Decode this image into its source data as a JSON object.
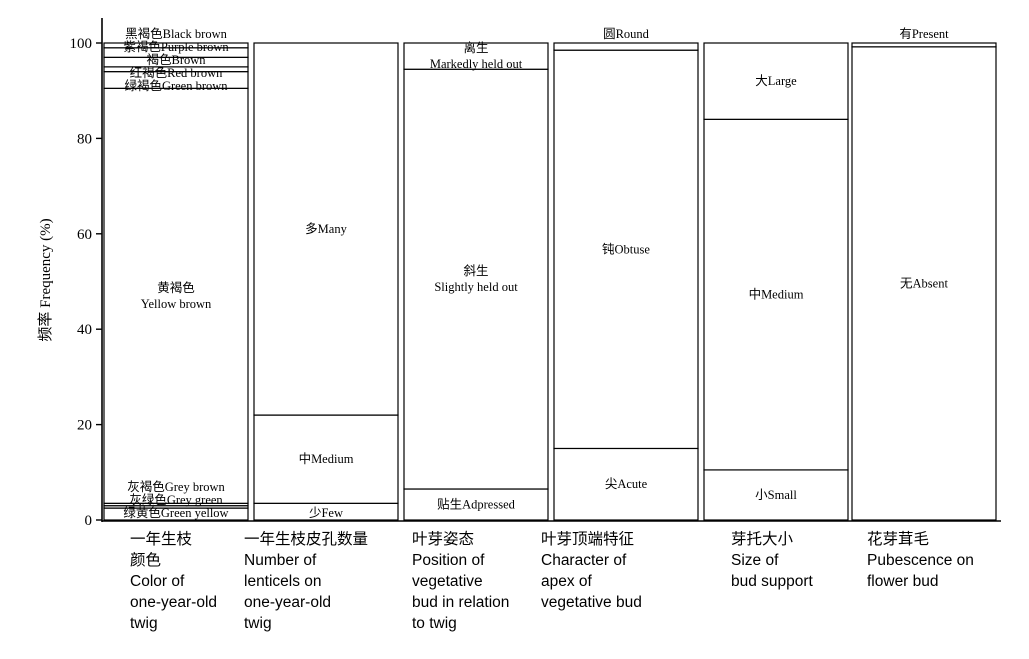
{
  "chart_data": {
    "type": "bar",
    "stacked": true,
    "ylabel": "频率 Frequency (%)",
    "ylim": [
      0,
      100
    ],
    "yticks": [
      "0",
      "20",
      "40",
      "60",
      "80",
      "100"
    ],
    "categories": [
      {
        "label_lines": [
          "一年生枝",
          "颜色",
          "Color of",
          "one-year-old",
          "twig"
        ],
        "segments": [
          {
            "name_lines": [
              "绿黄色Green yellow"
            ],
            "value": 2.5
          },
          {
            "name_lines": [
              "灰绿色Grey green"
            ],
            "value": 0.5
          },
          {
            "name_lines": [
              "灰褐色Grey brown"
            ],
            "value": 0.5
          },
          {
            "name_lines": [
              "黄褐色",
              "Yellow brown"
            ],
            "value": 87
          },
          {
            "name_lines": [
              "绿褐色Green brown"
            ],
            "value": 3.5
          },
          {
            "name_lines": [
              "红褐色Red brown"
            ],
            "value": 1
          },
          {
            "name_lines": [
              "褐色Brown"
            ],
            "value": 2
          },
          {
            "name_lines": [
              "紫褐色Purple brown"
            ],
            "value": 2
          },
          {
            "name_lines": [
              "黑褐色Black brown"
            ],
            "value": 1
          }
        ]
      },
      {
        "label_lines": [
          "一年生枝皮孔数量",
          "Number of",
          "lenticels on",
          "one-year-old",
          "twig"
        ],
        "segments": [
          {
            "name_lines": [
              "少Few"
            ],
            "value": 3.5
          },
          {
            "name_lines": [
              "中Medium"
            ],
            "value": 18.5
          },
          {
            "name_lines": [
              "多Many"
            ],
            "value": 78
          }
        ]
      },
      {
        "label_lines": [
          "叶芽姿态",
          "Position of",
          "vegetative",
          "bud in relation",
          "to twig"
        ],
        "segments": [
          {
            "name_lines": [
              "贴生Adpressed"
            ],
            "value": 6.5
          },
          {
            "name_lines": [
              "斜生",
              "Slightly held out"
            ],
            "value": 88
          },
          {
            "name_lines": [
              "离生",
              "Markedly held out"
            ],
            "value": 5.5
          }
        ]
      },
      {
        "label_lines": [
          "叶芽顶端特征",
          "Character of",
          "apex of",
          "vegetative bud"
        ],
        "segments": [
          {
            "name_lines": [
              "尖Acute"
            ],
            "value": 15
          },
          {
            "name_lines": [
              "钝Obtuse"
            ],
            "value": 83.5
          },
          {
            "name_lines": [
              "圆Round"
            ],
            "value": 1.5
          }
        ]
      },
      {
        "label_lines": [
          "芽托大小",
          "Size of",
          "bud support"
        ],
        "segments": [
          {
            "name_lines": [
              "小Small"
            ],
            "value": 10.5
          },
          {
            "name_lines": [
              "中Medium"
            ],
            "value": 73.5
          },
          {
            "name_lines": [
              "大Large"
            ],
            "value": 16
          }
        ]
      },
      {
        "label_lines": [
          "花芽茸毛",
          "Pubescence on",
          "flower bud"
        ],
        "segments": [
          {
            "name_lines": [
              "无Absent"
            ],
            "value": 99.2
          },
          {
            "name_lines": [
              "有Present"
            ],
            "value": 0.8
          }
        ]
      }
    ]
  }
}
